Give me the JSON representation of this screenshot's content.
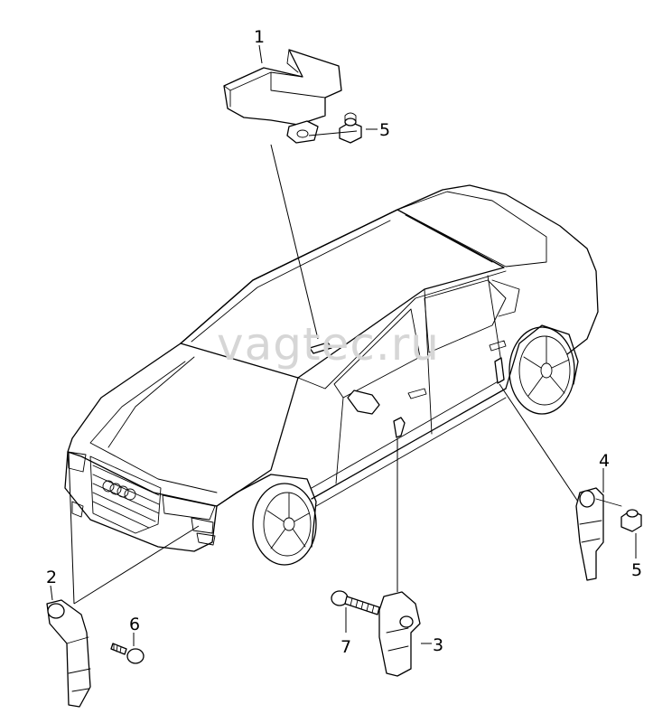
{
  "watermark": "vagtec.ru",
  "callouts": {
    "c1": "1",
    "c2": "2",
    "c3": "3",
    "c4": "4",
    "c5a": "5",
    "c5b": "5",
    "c6": "6",
    "c7": "7"
  },
  "parts": [
    {
      "number": "1",
      "name": "airbag-control-unit"
    },
    {
      "number": "2",
      "name": "front-crash-sensor"
    },
    {
      "number": "3",
      "name": "side-crash-sensor-door"
    },
    {
      "number": "4",
      "name": "side-crash-sensor-pillar"
    },
    {
      "number": "5",
      "name": "nut"
    },
    {
      "number": "6",
      "name": "screw"
    },
    {
      "number": "7",
      "name": "screw"
    }
  ]
}
